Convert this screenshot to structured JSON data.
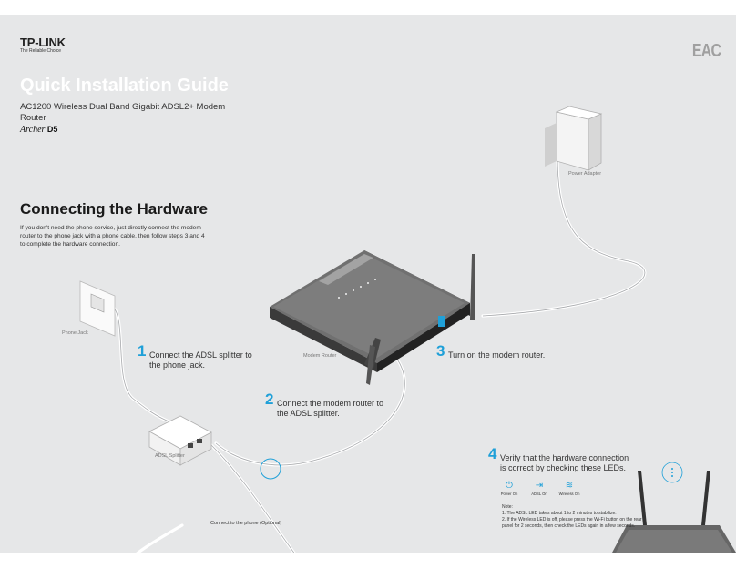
{
  "brand": {
    "logo": "TP-LINK",
    "tagline": "The Reliable Choice",
    "cert_mark": "EAC"
  },
  "header": {
    "title": "Quick Installation Guide",
    "subtitle": "AC1200 Wireless Dual Band Gigabit ADSL2+ Modem Router",
    "model_series": "Archer",
    "model_number": "D5"
  },
  "section": {
    "title": "Connecting the Hardware",
    "intro": "If you don't need the phone service, just directly connect the modem router to the phone jack with a phone cable, then follow steps 3 and 4 to complete the hardware connection."
  },
  "labels": {
    "power_adapter": "Power Adapter",
    "phone_jack": "Phone Jack",
    "modem_router": "Modem Router",
    "adsl_splitter": "ADSL Splitter",
    "connect_phone": "Connect to the phone (Optional)"
  },
  "steps": [
    {
      "num": "1",
      "text": "Connect the ADSL splitter to the phone jack."
    },
    {
      "num": "2",
      "text": "Connect the modem router to the ADSL splitter."
    },
    {
      "num": "3",
      "text": "Turn on the modem router."
    },
    {
      "num": "4",
      "text": "Verify that the hardware connection is correct by checking these LEDs."
    }
  ],
  "leds": [
    {
      "icon": "power-icon",
      "label": "Power On"
    },
    {
      "icon": "adsl-icon",
      "label": "ADSL On"
    },
    {
      "icon": "wireless-icon",
      "label": "Wireless On"
    }
  ],
  "notes": {
    "title": "Note:",
    "line1": "1. The ADSL LED takes about 1 to 2 minutes to stabilize.",
    "line2": "2. If the Wireless LED is off, please press the Wi-Fi button on the rear",
    "line3": "panel for 2 seconds, then check the LEDs again in a few seconds."
  },
  "colors": {
    "accent": "#1fa0d8",
    "background": "#e6e7e8"
  }
}
